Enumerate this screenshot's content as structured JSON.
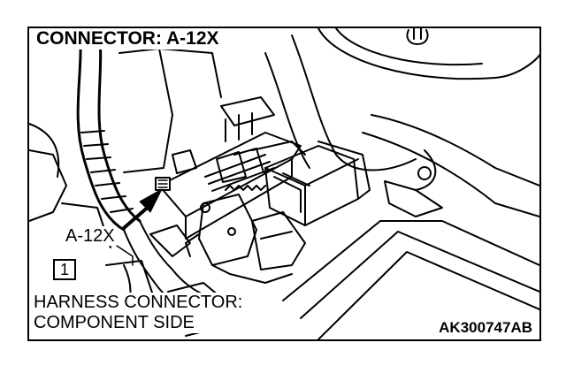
{
  "title": "CONNECTOR: A-12X",
  "callout_label": "A-12X",
  "badge_number": "1",
  "caption": {
    "line1": "HARNESS CONNECTOR:",
    "line2": "COMPONENT SIDE"
  },
  "figure_code": "AK300747AB",
  "colors": {
    "ink": "#000000",
    "paper": "#ffffff"
  }
}
